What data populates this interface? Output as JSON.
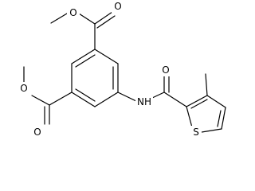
{
  "atoms": {
    "o_ester1_carbonyl": "O",
    "o_ester1_ether": "O",
    "o_ester2_ether": "O",
    "o_ester2_carbonyl": "O",
    "o_amide": "O",
    "nh": "NH",
    "s": "S"
  },
  "colors": {
    "bond": "#000000",
    "background": "#ffffff"
  }
}
